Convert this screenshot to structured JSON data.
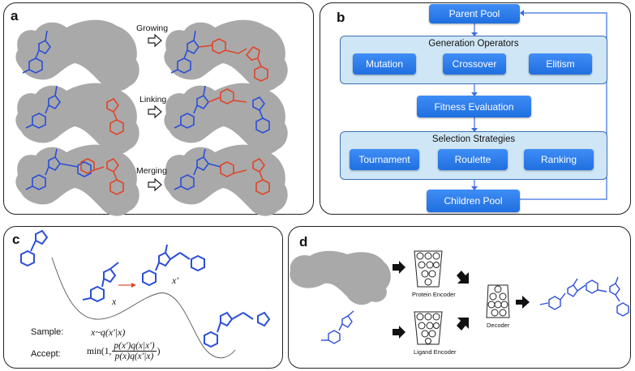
{
  "panels": {
    "a": {
      "letter": "a",
      "steps": [
        "Growing",
        "Linking",
        "Merging"
      ]
    },
    "b": {
      "letter": "b",
      "parent_pool": "Parent Pool",
      "generation_group": {
        "title": "Generation Operators",
        "items": [
          "Mutation",
          "Crossover",
          "Elitism"
        ]
      },
      "fitness": "Fitness Evaluation",
      "selection_group": {
        "title": "Selection Strategies",
        "items": [
          "Tournament",
          "Roulette",
          "Ranking"
        ]
      },
      "children_pool": "Children Pool"
    },
    "c": {
      "letter": "c",
      "x_label": "x",
      "x_prime_label": "x'",
      "sample_label": "Sample:",
      "sample_formula": "x~q(x'|x)",
      "accept_label": "Accept:",
      "accept_prefix": "min(1,",
      "accept_numerator": "p(x')q(x|x')",
      "accept_denominator": "p(x)q(x'|x)",
      "accept_suffix": ")"
    },
    "d": {
      "letter": "d",
      "protein_encoder": "Protein Encoder",
      "ligand_encoder": "Ligand Encoder",
      "decoder": "Decoder"
    }
  },
  "colors": {
    "molecule_blue": "#2b4fd8",
    "molecule_red": "#e0452a",
    "pocket_gray": "#a9a9a9",
    "button_blue": "#2f7ff0",
    "group_fill": "#cfe6f6",
    "connector_blue": "#3b6fe0"
  }
}
